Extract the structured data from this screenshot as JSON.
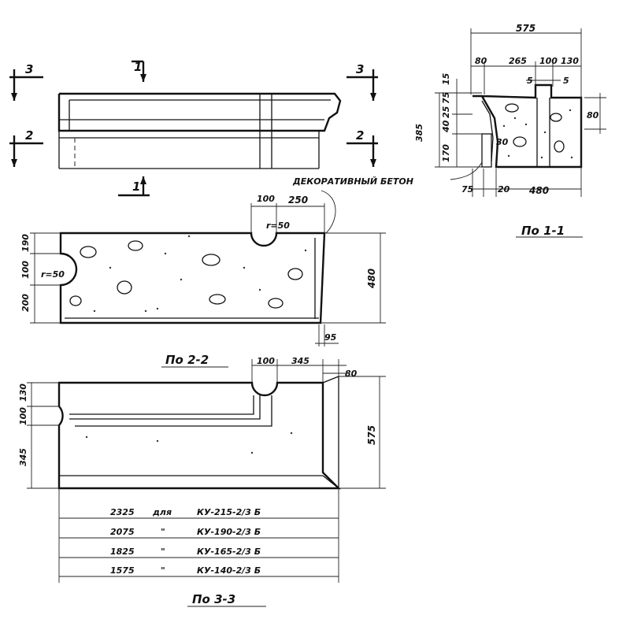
{
  "section_marks": {
    "m3": "3",
    "m2": "2",
    "m1": "1"
  },
  "section_1_1": {
    "dims_top": {
      "total": "575",
      "d1": "80",
      "d2": "265",
      "d3": "100",
      "d4": "130",
      "s1": "5",
      "s2": "5"
    },
    "dims_left": {
      "h_total": "385",
      "d1": "15",
      "d2": "75",
      "d3": "25",
      "d4": "40",
      "d5": "170"
    },
    "dims_right": "80",
    "dims_bottom": {
      "a": "75",
      "b": "20",
      "c": "480"
    },
    "inner_dim": "30",
    "concrete_label": "ДЕКОРАТИВНЫЙ БЕТОН",
    "title": "По 1-1"
  },
  "section_2_2": {
    "top_dims": {
      "a": "100",
      "b": "250"
    },
    "radius": "r=50",
    "left_dims": {
      "a": "190",
      "b": "100",
      "c": "200"
    },
    "left_radius": "r=50",
    "right_dim": "480",
    "bottom_dim": "95",
    "title": "По 2-2"
  },
  "section_3_3": {
    "top_dims": {
      "a": "100",
      "b": "345",
      "c": "80"
    },
    "left_dims": {
      "a": "130",
      "b": "100",
      "c": "345"
    },
    "right_dim": "575",
    "title": "По 3-3"
  },
  "length_table": [
    {
      "length": "2325",
      "sep": "для",
      "mark": "КУ-215-2/3 Б"
    },
    {
      "length": "2075",
      "sep": "\"",
      "mark": "КУ-190-2/3 Б"
    },
    {
      "length": "1825",
      "sep": "\"",
      "mark": "КУ-165-2/3 Б"
    },
    {
      "length": "1575",
      "sep": "\"",
      "mark": "КУ-140-2/3 Б"
    }
  ]
}
